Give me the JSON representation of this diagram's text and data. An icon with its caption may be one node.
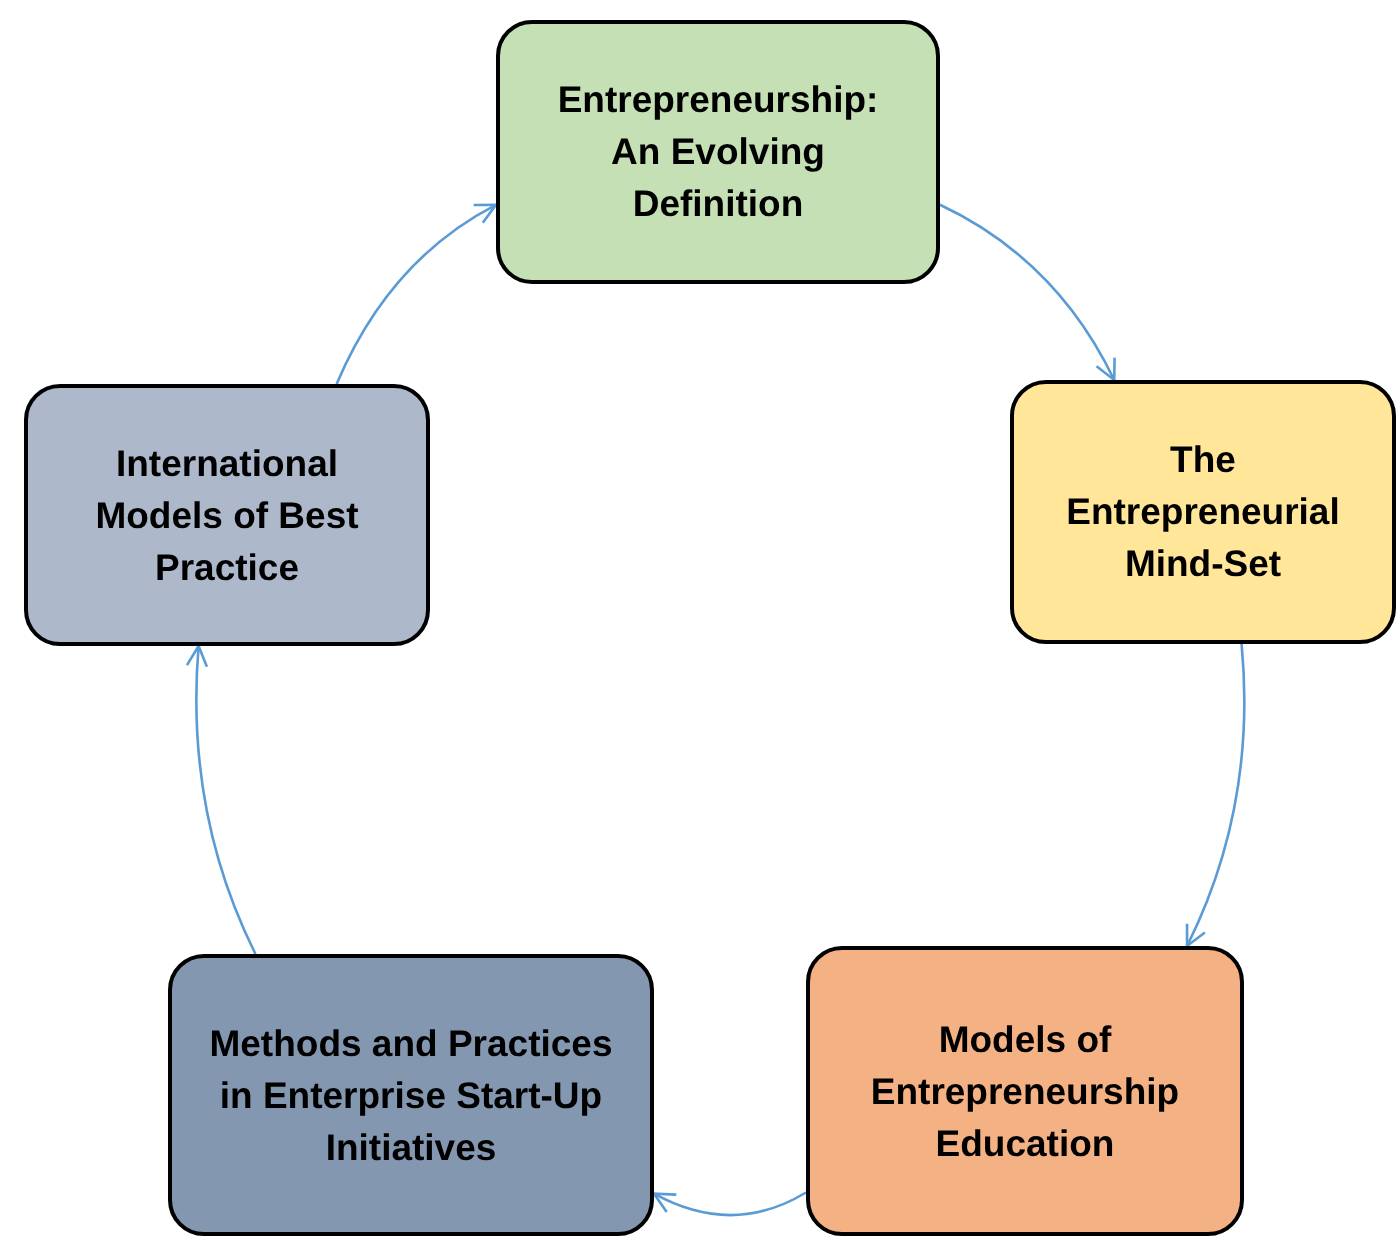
{
  "diagram": {
    "nodes": [
      {
        "text": [
          "Entrepreneurship: An Evolving Definition"
        ]
      },
      {
        "text": [
          "The Entrepreneurial Mind-Set"
        ]
      },
      {
        "text": [
          "Models of Entrepreneurship Education"
        ]
      },
      {
        "text": [
          "Methods and Practices in Enterprise Start-Up Initiatives"
        ]
      },
      {
        "text": [
          "International Models of Best Practice"
        ]
      }
    ],
    "edges": [
      {
        "from": 0,
        "to": 1,
        "arrow": "to"
      },
      {
        "from": 1,
        "to": 2,
        "arrow": "to"
      },
      {
        "from": 2,
        "to": 3,
        "arrow": "to"
      },
      {
        "from": 3,
        "to": 4,
        "arrow": "to"
      },
      {
        "from": 4,
        "to": 0,
        "arrow": "to"
      }
    ]
  }
}
